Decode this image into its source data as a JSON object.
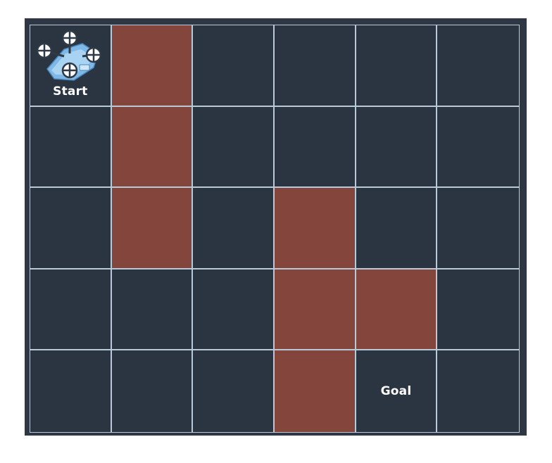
{
  "grid": {
    "rows": 5,
    "cols": 6,
    "walls": [
      [
        0,
        1
      ],
      [
        1,
        1
      ],
      [
        2,
        1
      ],
      [
        2,
        3
      ],
      [
        3,
        3
      ],
      [
        3,
        4
      ],
      [
        4,
        3
      ]
    ],
    "start": {
      "row": 0,
      "col": 0,
      "label": "Start"
    },
    "goal": {
      "row": 4,
      "col": 4,
      "label": "Goal"
    }
  },
  "agent": {
    "icon": "drone-icon"
  },
  "colors": {
    "floor": "#2b3542",
    "wall": "#84453c",
    "grid_line": "#b9c9d8",
    "frame": "#2e3743",
    "label": "#ffffff"
  }
}
